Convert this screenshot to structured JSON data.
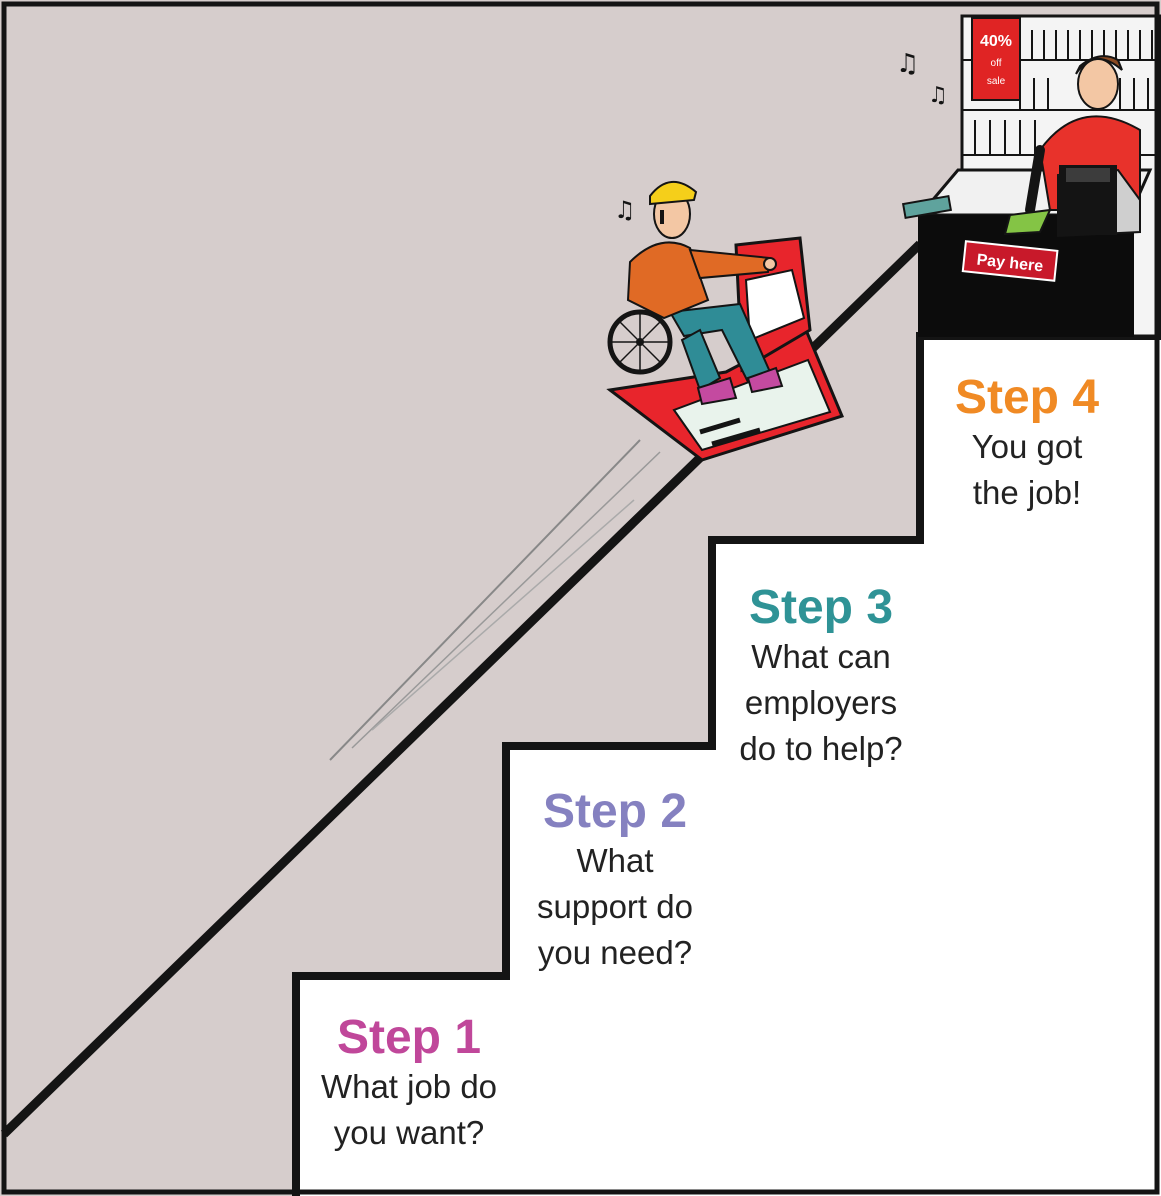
{
  "colors": {
    "wall": "#d6cdcc",
    "outline": "#141414",
    "step_bg": "#ffffff",
    "step1": "#c0479a",
    "step2": "#8581c0",
    "step3": "#2f9396",
    "step4": "#f08a24",
    "body_text": "#222222"
  },
  "steps": [
    {
      "title": "Step 1",
      "lines": [
        "What job do",
        "you want?"
      ],
      "color_key": "step1"
    },
    {
      "title": "Step 2",
      "lines": [
        "What",
        "support do",
        "you need?"
      ],
      "color_key": "step2"
    },
    {
      "title": "Step 3",
      "lines": [
        "What can",
        "employers",
        "do to help?"
      ],
      "color_key": "step3"
    },
    {
      "title": "Step 4",
      "lines": [
        "You got",
        "the job!"
      ],
      "color_key": "step4"
    }
  ],
  "illustration": {
    "subjects": [
      "wheelchair-user-icon",
      "stairlift-icon",
      "shop-assistant-icon",
      "cash-register-icon",
      "music-notes-icon"
    ],
    "store_sign": [
      "40%",
      "off",
      "sale"
    ],
    "counter_sign": "Pay here"
  }
}
